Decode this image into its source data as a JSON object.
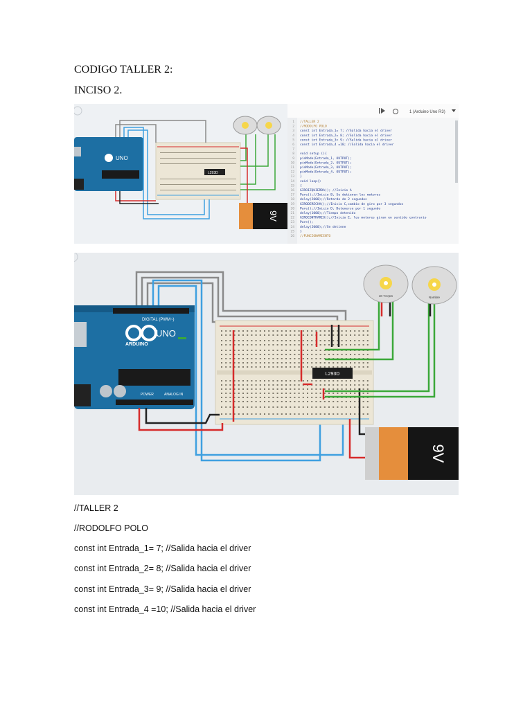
{
  "headings": {
    "title": "CODIGO TALLER 2:",
    "subtitle": "INCISO 2."
  },
  "fig1": {
    "device_label": "1 (Arduino Uno R3)",
    "battery_label": "9V",
    "board_text": "UNO",
    "driver_text": "L293D",
    "code_lines": [
      {
        "n": "1",
        "t": "//TALLER 2"
      },
      {
        "n": "2",
        "t": "//RODOLFO POLO"
      },
      {
        "n": "3",
        "t": "const int Entrada_1= 7; //Salida hacia el driver"
      },
      {
        "n": "4",
        "t": "const int Entrada_2= 8; //Salida hacia el driver"
      },
      {
        "n": "5",
        "t": "const int Entrada_3= 9; //Salida hacia el driver"
      },
      {
        "n": "6",
        "t": "const int Entrada_4 =10; //Salida hacia el driver"
      },
      {
        "n": "7",
        "t": ""
      },
      {
        "n": "8",
        "t": "void setup (){"
      },
      {
        "n": "9",
        "t": "  pinMode(Entrada_1, OUTPUT);"
      },
      {
        "n": "10",
        "t": "  pinMode(Entrada_2, OUTPUT);"
      },
      {
        "n": "11",
        "t": "  pinMode(Entrada_3, OUTPUT);"
      },
      {
        "n": "12",
        "t": "  pinMode(Entrada_4, OUTPUT);"
      },
      {
        "n": "13",
        "t": "}"
      },
      {
        "n": "14",
        "t": "void loop()"
      },
      {
        "n": "15",
        "t": "{"
      },
      {
        "n": "16",
        "t": "  GIROIZQUIERDA(); //Inicio A"
      },
      {
        "n": "17",
        "t": "  Pare();//Inicio B, Se detienen los motores"
      },
      {
        "n": "18",
        "t": "  delay(2000);//Retardo de 2 segundos"
      },
      {
        "n": "19",
        "t": "  GIRODERECHA();//Inicio C,cambio de giro por 3 segundos"
      },
      {
        "n": "20",
        "t": "    Pare();//Inicio D, Detenerse por 1 segundo"
      },
      {
        "n": "21",
        "t": "  delay(1000);//Tiempo detenido"
      },
      {
        "n": "22",
        "t": "  GIROCONTRARIO();//Inicio E, los motores giran en sentido contrario"
      },
      {
        "n": "23",
        "t": "  Pare();"
      },
      {
        "n": "24",
        "t": "  delay(2000);//Se detiene"
      },
      {
        "n": "25",
        "t": "}"
      },
      {
        "n": "26",
        "t": "//FUNCIONAMIENTO"
      }
    ]
  },
  "fig2": {
    "board_brand": "ARDUINO",
    "board_model": "UNO",
    "digital_label": "DIGITAL (PWM~)",
    "power_label": "POWER",
    "analog_label": "ANALOG IN",
    "driver_text": "L293D",
    "battery_label": "9V",
    "motor1_label": "40 74 rpm",
    "motor2_label": "Nombre"
  },
  "code_text": [
    "//TALLER 2",
    "//RODOLFO POLO",
    "const int Entrada_1= 7; //Salida hacia el driver",
    "const int Entrada_2= 8; //Salida hacia el driver",
    "const int Entrada_3= 9; //Salida hacia el driver",
    "const int Entrada_4 =10; //Salida hacia el driver"
  ],
  "icons": [
    "play-icon",
    "debug-icon",
    "chevron-down-icon",
    "refresh-icon"
  ],
  "colors": {
    "arduino": "#1d6fa3",
    "arduino_dark": "#155a87",
    "breadboard": "#ece6d6",
    "wire_red": "#d62b2b",
    "wire_green": "#3ba839",
    "wire_blue": "#3fa0e0",
    "wire_gray": "#8a8a8a",
    "wire_black": "#222222",
    "battery_orange": "#e58e3c",
    "battery_black": "#151515",
    "motor_yellow": "#f6d64a"
  }
}
